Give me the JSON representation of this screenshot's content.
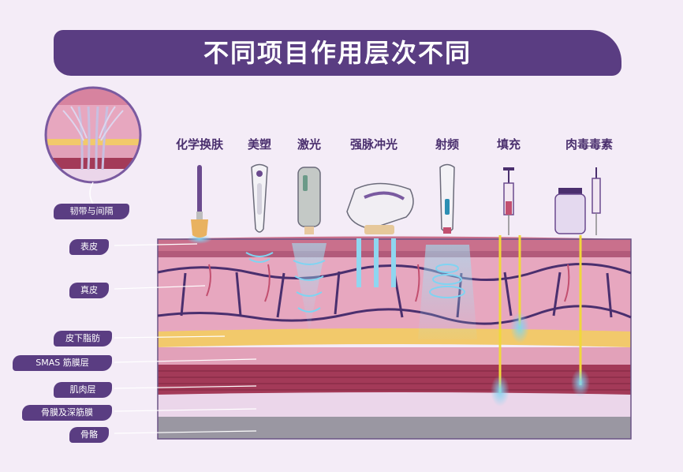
{
  "title": "不同项目作用层次不同",
  "tools": [
    {
      "label": "化学换肤",
      "icon": "brush-icon"
    },
    {
      "label": "美塑",
      "icon": "meso-pen-icon"
    },
    {
      "label": "激光",
      "icon": "laser-handpiece-icon"
    },
    {
      "label": "强脉冲光",
      "icon": "ipl-handpiece-icon"
    },
    {
      "label": "射频",
      "icon": "rf-handpiece-icon"
    },
    {
      "label": "填充",
      "icon": "syringe-icon"
    },
    {
      "label": "肉毒毒素",
      "icon": "vial-syringe-icon"
    }
  ],
  "layers": [
    {
      "label": "韧带与间隔",
      "color": "#5a3d82"
    },
    {
      "label": "表皮",
      "color": "#c9708c"
    },
    {
      "label": "真皮",
      "color": "#e7a7bf"
    },
    {
      "label": "皮下脂肪",
      "color": "#f2c96b"
    },
    {
      "label": "SMAS 筋膜层",
      "color": "#e2a1b9"
    },
    {
      "label": "肌肉层",
      "color": "#a33a58"
    },
    {
      "label": "骨膜及深筋膜",
      "color": "#ebd6ea"
    },
    {
      "label": "骨骼",
      "color": "#9a97a2"
    }
  ],
  "colors": {
    "banner": "#5a3d82",
    "background": "#f4ecf7",
    "energy": "#7fd4f2",
    "needle": "#f0d83a"
  }
}
